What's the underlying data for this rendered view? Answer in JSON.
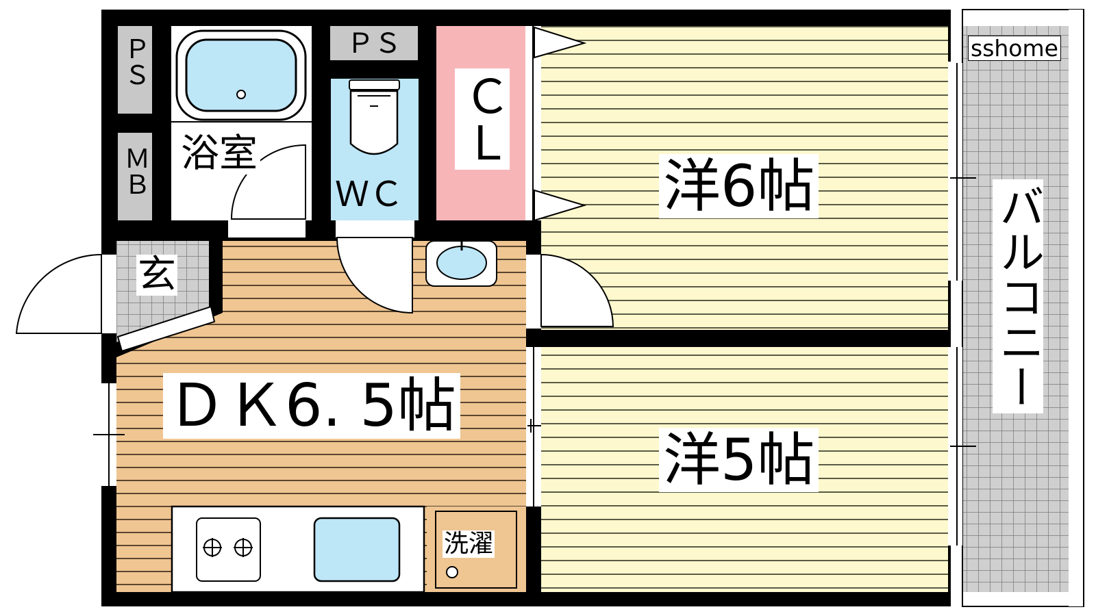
{
  "rooms": {
    "western1": "洋6帖",
    "western2": "洋5帖",
    "dk": "ＤＫ6. 5帖",
    "bath": "浴室",
    "wc": "ＷＣ",
    "closet": "ＣＬ",
    "entrance": "玄",
    "laundry": "洗濯",
    "ps1": "ＰＳ",
    "ps2": "ＰＳ",
    "mb": "ＭＢ",
    "balcony": "バルコニー"
  },
  "watermark": "sshome",
  "colors": {
    "wall": "#000000",
    "tatami_yellow": "#fdf8cd",
    "dk_floor": "#efc592",
    "closet_pink": "#f8b5b8",
    "water_blue": "#bde6f7",
    "tile_gray": "#cfcfcf",
    "ps_gray": "#c8c8c8"
  }
}
